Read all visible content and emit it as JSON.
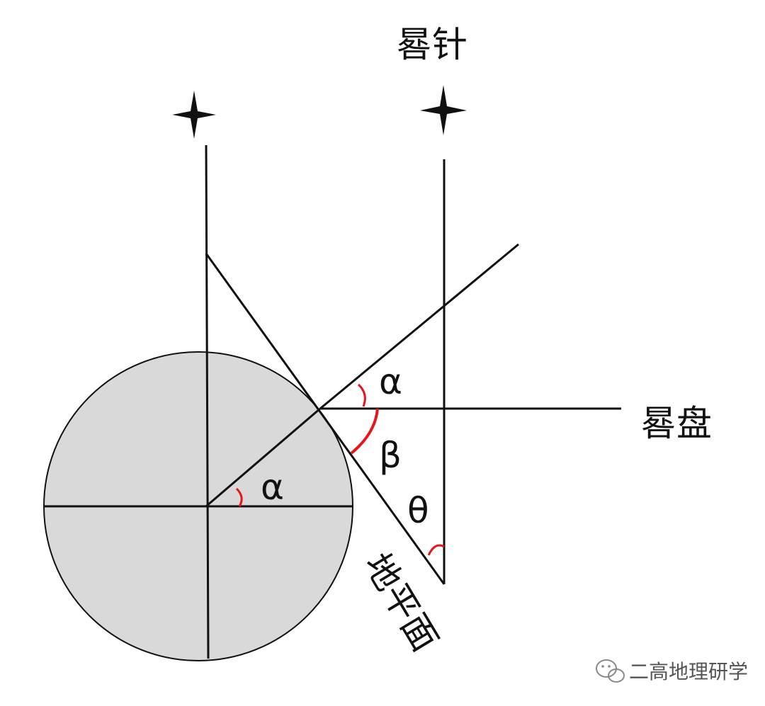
{
  "labels": {
    "gnomon": "晷针",
    "dial": "晷盘",
    "horizon": "地平面"
  },
  "angles": {
    "alpha_upper": "α",
    "alpha_lower": "α",
    "beta": "β",
    "theta": "θ"
  },
  "watermark": {
    "text": "二高地理研学"
  },
  "colors": {
    "line": "#111111",
    "earth_fill": "#d9d9d9",
    "angle_mark": "#e8141a",
    "star": "#111111"
  },
  "icons": {
    "star": "four-point-star-icon",
    "watermark": "wechat-icon"
  }
}
